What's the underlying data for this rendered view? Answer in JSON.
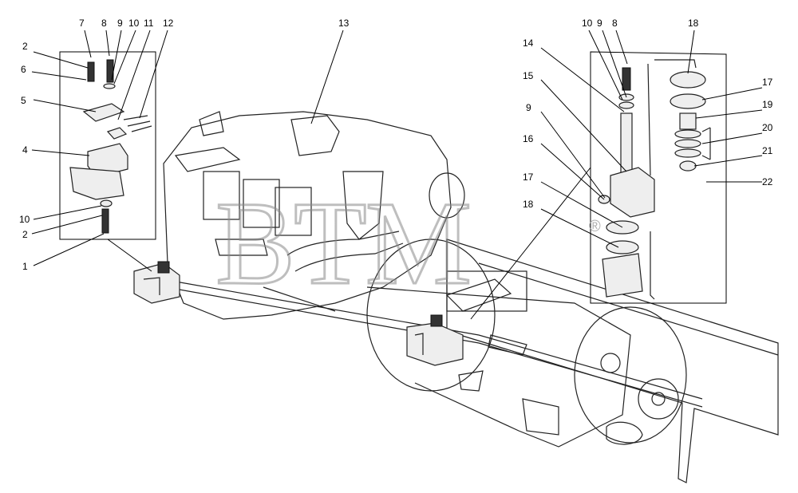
{
  "watermark": {
    "text": "ВТМ",
    "mark": "®"
  },
  "callouts": [
    {
      "id": "c7",
      "label": "7"
    },
    {
      "id": "c8a",
      "label": "8"
    },
    {
      "id": "c9a",
      "label": "9"
    },
    {
      "id": "c10a",
      "label": "10"
    },
    {
      "id": "c11",
      "label": "11"
    },
    {
      "id": "c12",
      "label": "12"
    },
    {
      "id": "c2a",
      "label": "2"
    },
    {
      "id": "c6",
      "label": "6"
    },
    {
      "id": "c5",
      "label": "5"
    },
    {
      "id": "c4",
      "label": "4"
    },
    {
      "id": "c10b",
      "label": "10"
    },
    {
      "id": "c2b",
      "label": "2"
    },
    {
      "id": "c1",
      "label": "1"
    },
    {
      "id": "c13",
      "label": "13"
    },
    {
      "id": "c10c",
      "label": "10"
    },
    {
      "id": "c9b",
      "label": "9"
    },
    {
      "id": "c8b",
      "label": "8"
    },
    {
      "id": "c18a",
      "label": "18"
    },
    {
      "id": "c14",
      "label": "14"
    },
    {
      "id": "c15",
      "label": "15"
    },
    {
      "id": "c9c",
      "label": "9"
    },
    {
      "id": "c16",
      "label": "16"
    },
    {
      "id": "c17a",
      "label": "17"
    },
    {
      "id": "c18b",
      "label": "18"
    },
    {
      "id": "c17b",
      "label": "17"
    },
    {
      "id": "c19",
      "label": "19"
    },
    {
      "id": "c20",
      "label": "20"
    },
    {
      "id": "c21",
      "label": "21"
    },
    {
      "id": "c22",
      "label": "22"
    }
  ]
}
